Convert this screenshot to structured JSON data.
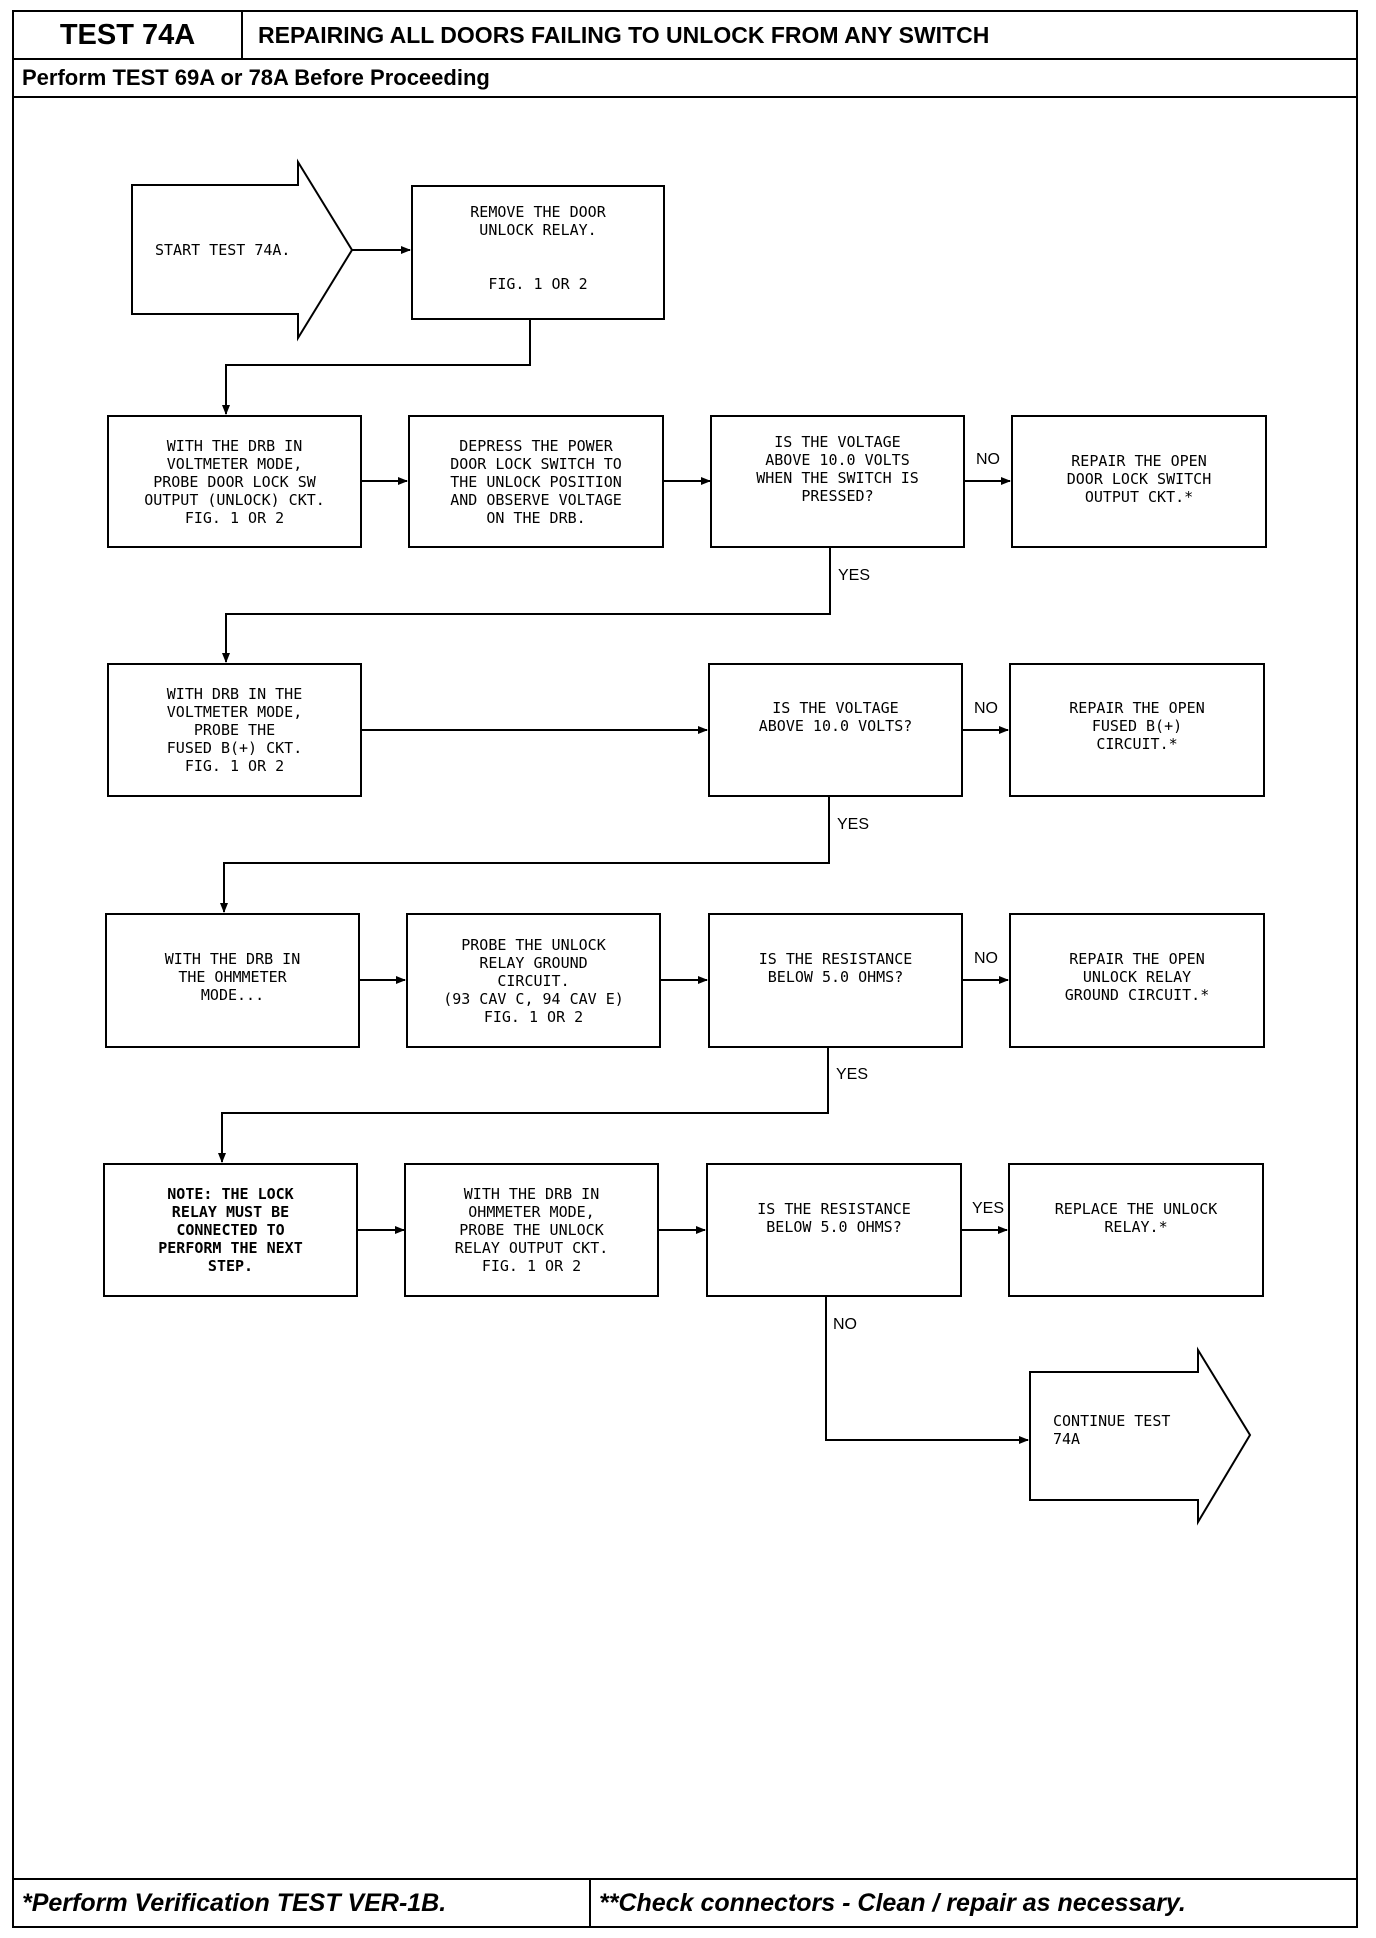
{
  "header": {
    "test_id": "TEST 74A",
    "title": "REPAIRING ALL DOORS FAILING TO UNLOCK FROM ANY SWITCH",
    "prerequisite": "Perform TEST 69A or 78A Before Proceeding"
  },
  "footer": {
    "left": "*Perform Verification TEST VER-1B.",
    "right": "**Check connectors - Clean / repair as necessary."
  },
  "flow": {
    "start": [
      "START TEST 74A."
    ],
    "remove_relay": [
      "REMOVE THE DOOR",
      "UNLOCK RELAY.",
      "",
      "FIG. 1 OR 2"
    ],
    "probe_sw_output": [
      "WITH THE DRB IN",
      "VOLTMETER MODE,",
      "PROBE DOOR LOCK SW",
      "OUTPUT (UNLOCK) CKT.",
      "FIG. 1 OR 2"
    ],
    "depress_switch": [
      "DEPRESS THE POWER",
      "DOOR LOCK SWITCH TO",
      "THE UNLOCK POSITION",
      "AND OBSERVE VOLTAGE",
      "ON THE DRB."
    ],
    "q_voltage_pressed": [
      "IS THE VOLTAGE",
      "ABOVE 10.0 VOLTS",
      "WHEN THE SWITCH IS",
      "PRESSED?"
    ],
    "repair_sw_output": [
      "REPAIR THE OPEN",
      "DOOR LOCK SWITCH",
      "OUTPUT CKT.*"
    ],
    "probe_fused": [
      "WITH DRB IN THE",
      "VOLTMETER MODE,",
      "PROBE THE",
      "FUSED B(+) CKT.",
      "FIG. 1 OR 2"
    ],
    "q_voltage": [
      "IS THE VOLTAGE",
      "ABOVE 10.0 VOLTS?"
    ],
    "repair_fused": [
      "REPAIR THE OPEN",
      "FUSED B(+)",
      "CIRCUIT.*"
    ],
    "ohmmeter_mode": [
      "WITH THE DRB IN",
      "THE OHMMETER",
      "MODE..."
    ],
    "probe_ground": [
      "PROBE THE UNLOCK",
      "RELAY GROUND",
      "CIRCUIT.",
      "(93 CAV C, 94 CAV E)",
      "FIG. 1 OR 2"
    ],
    "q_resistance_1": [
      "IS THE RESISTANCE",
      "BELOW 5.0 OHMS?"
    ],
    "repair_ground": [
      "REPAIR THE OPEN",
      "UNLOCK RELAY",
      "GROUND CIRCUIT.*"
    ],
    "note": [
      "NOTE: THE LOCK",
      "RELAY MUST BE",
      "CONNECTED TO",
      "PERFORM THE NEXT",
      "STEP."
    ],
    "probe_output": [
      "WITH THE DRB IN",
      "OHMMETER MODE,",
      "PROBE THE UNLOCK",
      "RELAY OUTPUT CKT.",
      "FIG. 1 OR 2"
    ],
    "q_resistance_2": [
      "IS THE RESISTANCE",
      "BELOW 5.0 OHMS?"
    ],
    "replace_relay": [
      "REPLACE THE UNLOCK",
      "RELAY.*"
    ],
    "continue": [
      "CONTINUE TEST",
      "74A"
    ]
  },
  "labels": {
    "no": "NO",
    "yes": "YES"
  }
}
